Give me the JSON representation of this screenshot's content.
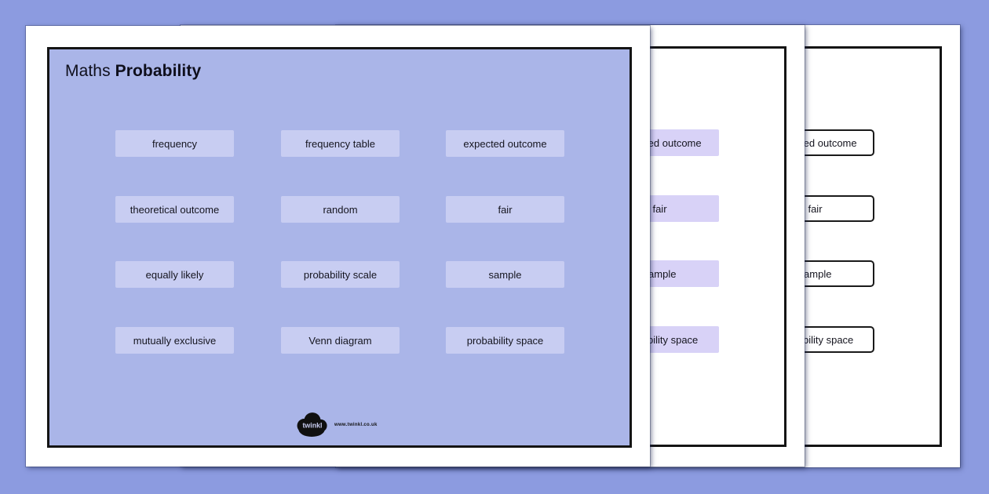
{
  "title": {
    "subject": "Maths",
    "topic": "Probability"
  },
  "terms": [
    "frequency",
    "frequency table",
    "expected outcome",
    "theoretical outcome",
    "random",
    "fair",
    "equally likely",
    "probability scale",
    "sample",
    "mutually exclusive",
    "Venn diagram",
    "probability space"
  ],
  "logo": {
    "brand": "twinkl",
    "url": "www.twinkl.co.uk"
  },
  "colors": {
    "background": "#8c9be0",
    "front_card_fill": "#aab5e8",
    "front_term_fill": "#c8cdf2",
    "middle_term_fill": "#d8d2f7",
    "border_black": "#141414"
  }
}
